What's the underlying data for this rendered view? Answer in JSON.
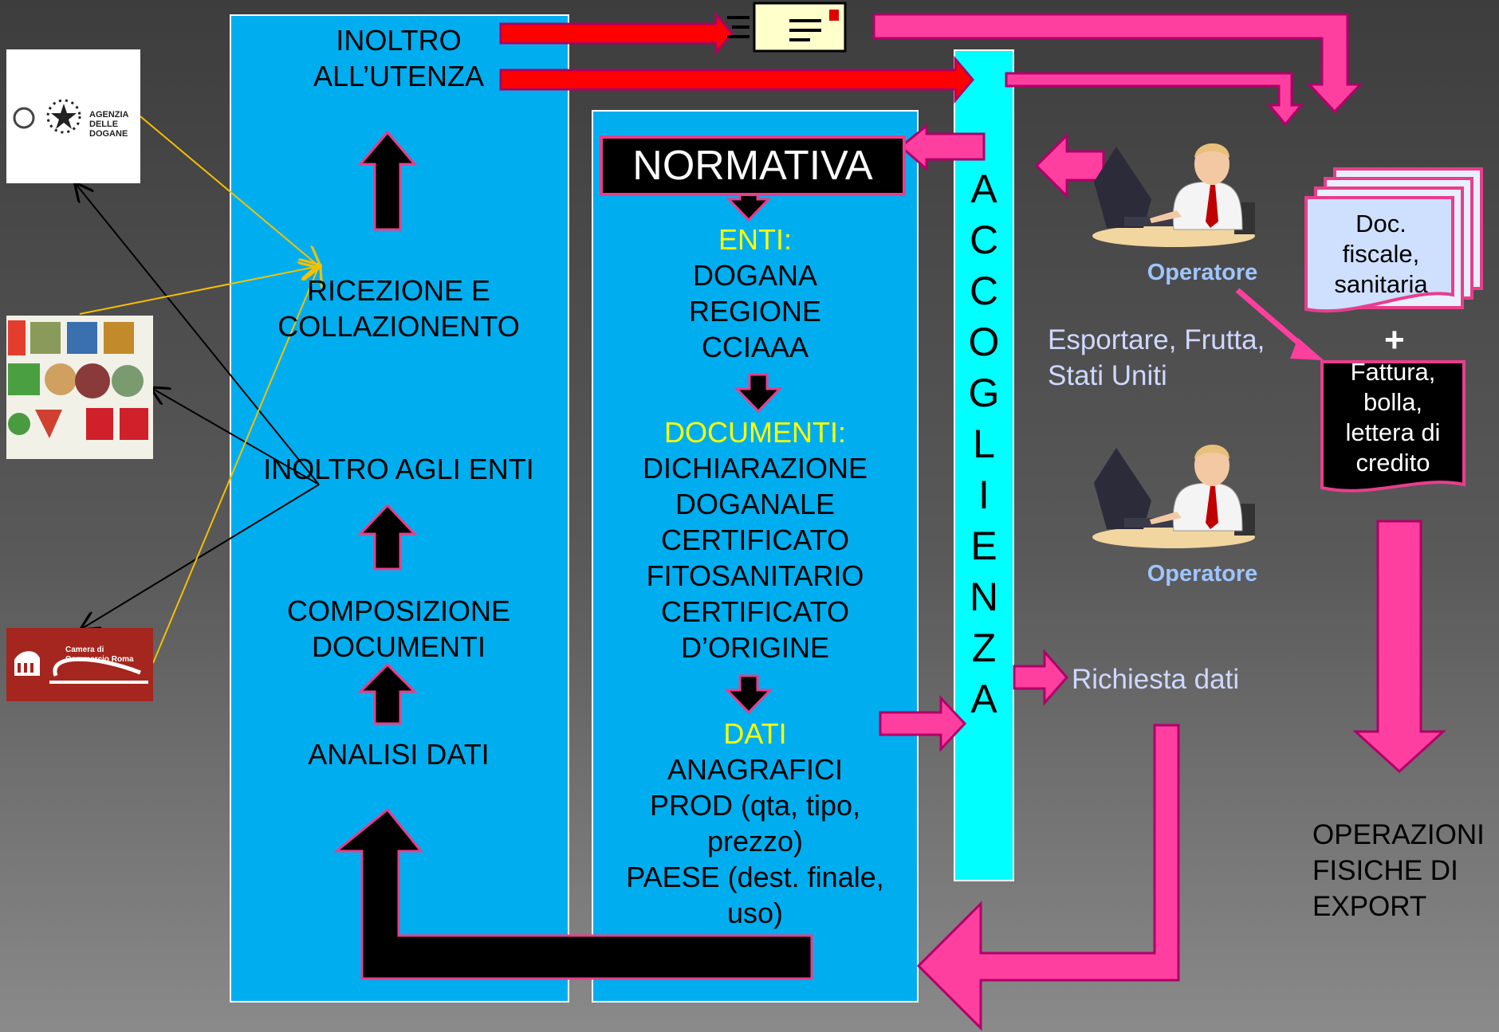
{
  "left_column": {
    "step_inoltro_utenza": [
      "INOLTRO",
      "ALL’UTENZA"
    ],
    "step_ricezione": [
      "RICEZIONE E",
      "COLLAZIONENTO"
    ],
    "step_inoltro_enti": "INOLTRO AGLI ENTI",
    "step_composizione": [
      "COMPOSIZIONE",
      "DOCUMENTI"
    ],
    "step_analisi": "ANALISI DATI"
  },
  "middle_column": {
    "normativa": "NORMATIVA",
    "enti_heading": "ENTI:",
    "enti": [
      "DOGANA",
      "REGIONE",
      "CCIAAA"
    ],
    "documenti_heading": "DOCUMENTI:",
    "documenti": [
      "DICHIARAZIONE",
      "DOGANALE",
      "CERTIFICATO",
      "FITOSANITARIO",
      "CERTIFICATO",
      "D’ORIGINE"
    ],
    "dati_heading": "DATI",
    "dati": [
      "ANAGRAFICI",
      "PROD (qta, tipo,",
      "prezzo)",
      "PAESE (dest. finale,",
      "uso)"
    ]
  },
  "accoglienza_letters": [
    "A",
    "C",
    "C",
    "O",
    "G",
    "L",
    "I",
    "E",
    "N",
    "Z",
    "A"
  ],
  "operators": {
    "operator_1_label": "Operatore",
    "operator_2_label": "Operatore"
  },
  "request": {
    "example_line1": "Esportare, Frutta,",
    "example_line2": "Stati Uniti",
    "richiesta": "Richiesta dati"
  },
  "documents": {
    "doc_stack": [
      "Doc.",
      "fiscale,",
      "sanitaria"
    ],
    "plus": "+",
    "black_doc": [
      "Fattura,",
      "bolla,",
      "lettera di",
      "credito"
    ]
  },
  "operations": [
    "OPERAZIONI",
    "FISICHE DI",
    "EXPORT"
  ],
  "logos": {
    "agenzia_dogane": "AGENZIA DELLE DOGANE",
    "camera_commercio": "Camera di Commercio Roma"
  },
  "colors": {
    "panel_blue": "#00aeef",
    "accoglienza_cyan": "#00ffff",
    "arrow_pink": "#ff3f9f",
    "arrow_red": "#ff0000",
    "highlight_yellow": "#ffff00"
  }
}
